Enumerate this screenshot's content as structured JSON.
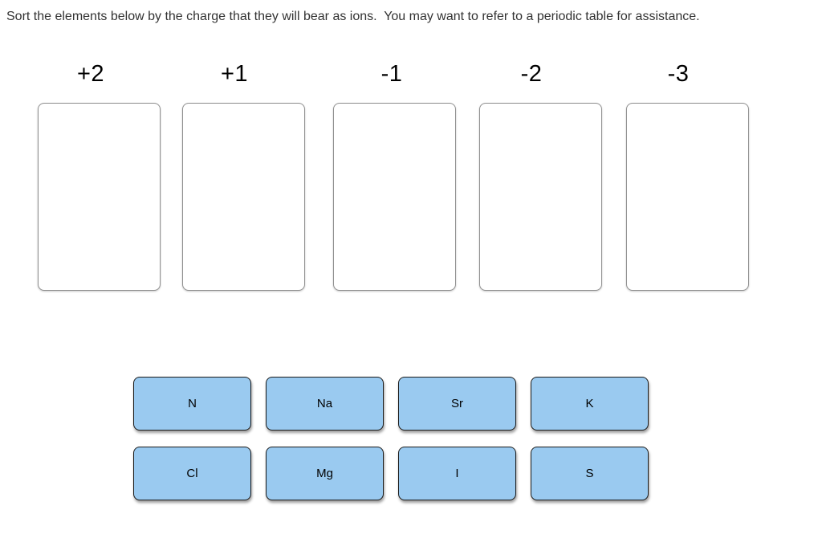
{
  "instruction": "Sort the elements below by the charge that they will bear as ions.  You may want to refer to a periodic table for assistance.",
  "categories": [
    {
      "label": "+2"
    },
    {
      "label": "+1"
    },
    {
      "label": "-1"
    },
    {
      "label": "-2"
    },
    {
      "label": "-3"
    }
  ],
  "tiles": [
    {
      "symbol": "N"
    },
    {
      "symbol": "Na"
    },
    {
      "symbol": "Sr"
    },
    {
      "symbol": "K"
    },
    {
      "symbol": "Cl"
    },
    {
      "symbol": "Mg"
    },
    {
      "symbol": "I"
    },
    {
      "symbol": "S"
    }
  ],
  "colors": {
    "tile-fill": "#9ACAF0",
    "tile-border": "#1B1B1B",
    "bin-border": "#909090",
    "instruction-text": "#333333",
    "label-text": "#000000"
  }
}
